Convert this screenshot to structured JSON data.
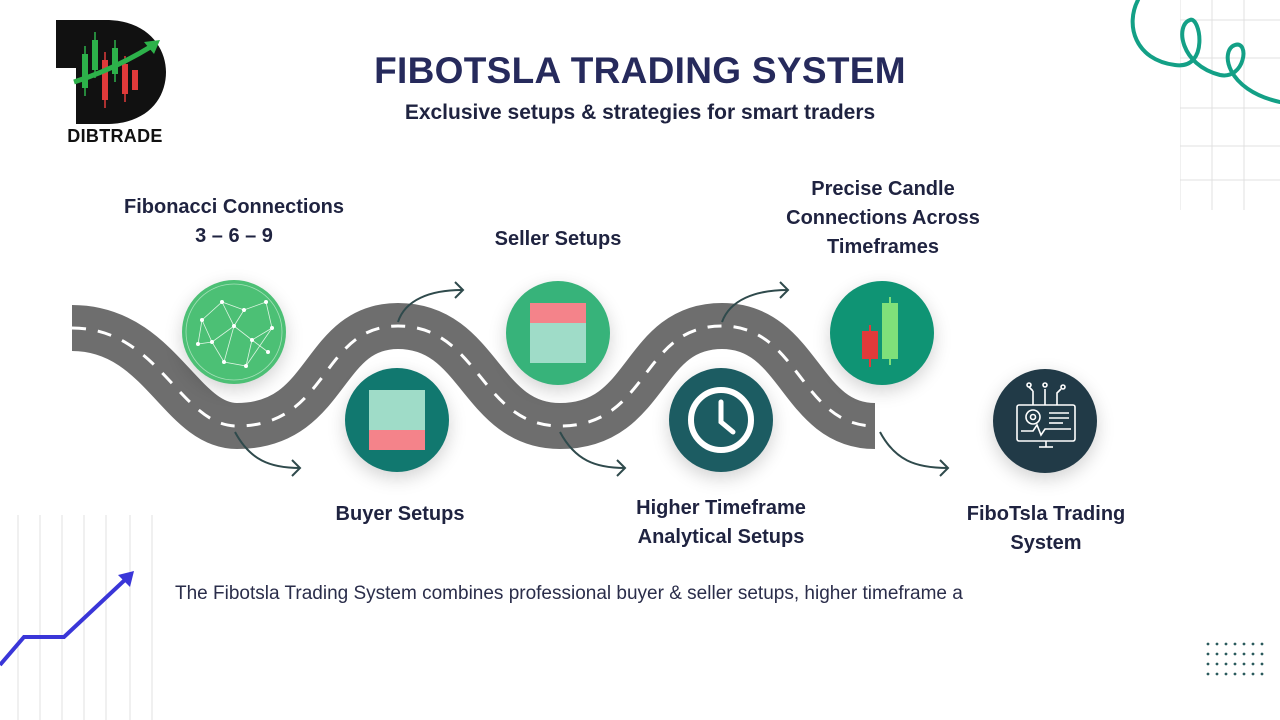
{
  "header": {
    "title": "FIBOTSLA TRADING SYSTEM",
    "subtitle": "Exclusive setups & strategies for smart traders"
  },
  "brand": {
    "name": "DIBTRADE",
    "logo_icon": "dibtrade-candlestick-logo"
  },
  "steps": [
    {
      "label_line1": "Fibonacci Connections",
      "label_line2": "3 – 6 – 9",
      "icon": "fibonacci-network-icon",
      "color": "#4cc075"
    },
    {
      "label_line1": "Buyer Setups",
      "icon": "buyer-setup-icon",
      "color": "#11786f"
    },
    {
      "label_line1": "Seller Setups",
      "icon": "seller-setup-icon",
      "color": "#37b37a"
    },
    {
      "label_line1": "Higher Timeframe",
      "label_line2": "Analytical Setups",
      "icon": "clock-icon",
      "color": "#1c5c62"
    },
    {
      "label_line1": "Precise Candle",
      "label_line2": "Connections Across",
      "label_line3": "Timeframes",
      "icon": "candlestick-icon",
      "color": "#0f9474"
    },
    {
      "label_line1": "FiboTsla Trading",
      "label_line2": "System",
      "icon": "trading-system-monitor-icon",
      "color": "#213a47"
    }
  ],
  "description": "The Fibotsla Trading System combines professional buyer & seller setups, higher timeframe a",
  "colors": {
    "title": "#262a5c",
    "road": "#6e6e6e",
    "accent_green": "#14a085",
    "arrow": "#2f4a4c"
  }
}
